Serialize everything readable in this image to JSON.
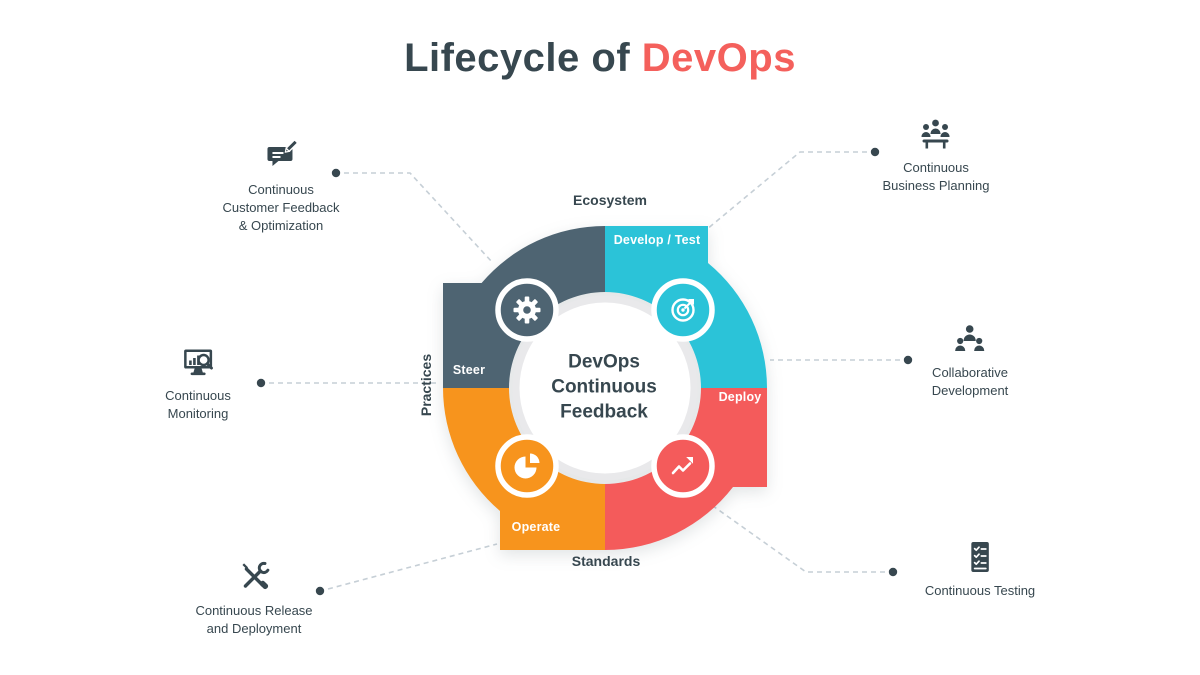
{
  "title": {
    "prefix": "Lifecycle of ",
    "accent": "DevOps"
  },
  "colors": {
    "dark": "#37474F",
    "accent": "#F4605C",
    "slate": "#4E6472",
    "cyan": "#2BC3D8",
    "coral": "#F45B5B",
    "orange": "#F7941D",
    "ring": "#E9E9EB",
    "line": "#C6CFD6"
  },
  "center": {
    "lines": [
      "DevOps",
      "Continuous",
      "Feedback"
    ]
  },
  "quadrants": [
    {
      "id": "steer",
      "label": "Steer",
      "color": "#4E6472",
      "icon": "gear-icon"
    },
    {
      "id": "develop-test",
      "label": "Develop / Test",
      "color": "#2BC3D8",
      "icon": "target-icon"
    },
    {
      "id": "deploy",
      "label": "Deploy",
      "color": "#F45B5B",
      "icon": "chart-up-icon"
    },
    {
      "id": "operate",
      "label": "Operate",
      "color": "#F7941D",
      "icon": "pie-chart-icon"
    }
  ],
  "axis_labels": [
    {
      "id": "ecosystem",
      "label": "Ecosystem"
    },
    {
      "id": "practices",
      "label": "Practices"
    },
    {
      "id": "standards",
      "label": "Standards"
    }
  ],
  "satellites": [
    {
      "id": "customer-feedback",
      "icon": "feedback-icon",
      "lines": [
        "Continuous",
        "Customer Feedback",
        "& Optimization"
      ]
    },
    {
      "id": "business-planning",
      "icon": "meeting-icon",
      "lines": [
        "Continuous",
        "Business Planning"
      ]
    },
    {
      "id": "monitoring",
      "icon": "monitoring-icon",
      "lines": [
        "Continuous",
        "Monitoring"
      ]
    },
    {
      "id": "collaborative-development",
      "icon": "collaboration-icon",
      "lines": [
        "Collaborative",
        "Development"
      ]
    },
    {
      "id": "release-deployment",
      "icon": "tools-icon",
      "lines": [
        "Continuous Release",
        "and Deployment"
      ]
    },
    {
      "id": "testing",
      "icon": "checklist-icon",
      "lines": [
        "Continuous Testing"
      ]
    }
  ]
}
